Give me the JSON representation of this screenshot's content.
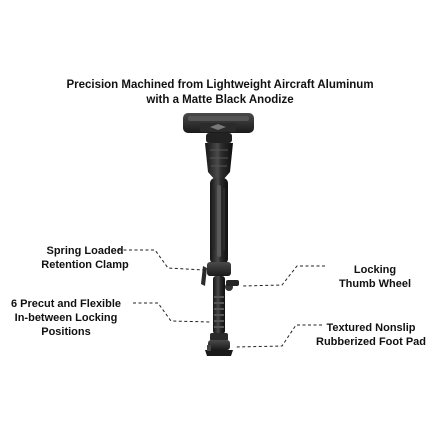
{
  "headline": {
    "line1": "Precision Machined from Lightweight Aircraft Aluminum",
    "line2": "with a Matte Black Anodize"
  },
  "callouts": {
    "spring_clamp": {
      "line1": "Spring Loaded",
      "line2": "Retention Clamp"
    },
    "precut_positions": {
      "line1": "6 Precut and Flexible",
      "line2": "In-between Locking",
      "line3": "Positions"
    },
    "locking_wheel": {
      "line1": "Locking",
      "line2": "Thumb Wheel"
    },
    "foot_pad": {
      "line1": "Textured Nonslip",
      "line2": "Rubberized Foot Pad"
    }
  },
  "colors": {
    "background": "#ffffff",
    "metal_dark": "#1c1c1c",
    "metal_mid": "#3a3a3a",
    "highlight": "#6a6a6a",
    "text": "#111111"
  }
}
